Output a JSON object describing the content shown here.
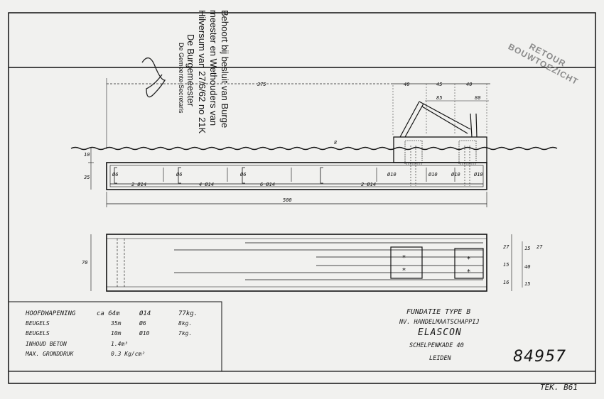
{
  "stamp": {
    "lines": [
      "Behoort bij besluit van Burge",
      "meester en Wethouders van",
      "Hilversum van 27/6/62 no 21K",
      "De Burgemeester"
    ],
    "sign_label": "De Gemeente-Secretaris"
  },
  "corner_stamp": {
    "line1": "RETOUR",
    "line2": "BOUWTOEZICHT"
  },
  "drawing": {
    "dims_top": {
      "length": "375",
      "a": "40",
      "b": "45",
      "c": "40",
      "d": "85",
      "e": "80"
    },
    "dims_side": {
      "h1": "10",
      "h2": "35",
      "h3": "8"
    },
    "rebar_labels": [
      "2 Ø14",
      "4 Ø14",
      "6 Ø14",
      "2 Ø14"
    ],
    "stirrup_labels": [
      "Ø6",
      "Ø6",
      "Ø6",
      "Ø10",
      "Ø10",
      "Ø10",
      "Ø10"
    ],
    "overall_length": "500",
    "plan_width": "70",
    "plan_dims_right": [
      "27",
      "15",
      "16",
      "40",
      "15",
      "15",
      "27"
    ]
  },
  "specs": [
    {
      "item": "HOOFDWAPENING",
      "qty": "ca 64m",
      "dia": "Ø14",
      "weight": "77kg."
    },
    {
      "item": "BEUGELS",
      "qty": "35m",
      "dia": "Ø6",
      "weight": "8kg."
    },
    {
      "item": "BEUGELS",
      "qty": "10m",
      "dia": "Ø10",
      "weight": "7kg."
    },
    {
      "item": "INHOUD BETON",
      "qty": "1.4m³",
      "dia": "",
      "weight": ""
    },
    {
      "item": "MAX. GRONDDRUK",
      "qty": "0.3 Kg/cm²",
      "dia": "",
      "weight": ""
    }
  ],
  "title_block": {
    "title": "FUNDATIE TYPE B",
    "company": "NV. HANDELMAATSCHAPPIJ",
    "brand": "ELASCON",
    "address": "SCHELPENKADE 40",
    "city": "LEIDEN"
  },
  "doc_number": "84957",
  "tek_number": "TEK. B61"
}
